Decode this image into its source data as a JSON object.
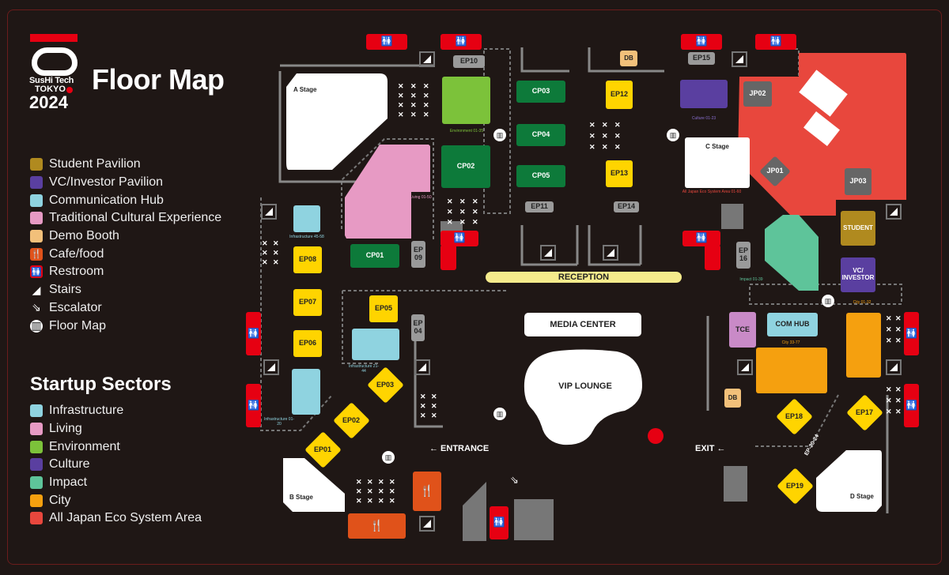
{
  "logo": {
    "line1": "SusHi Tech",
    "line2": "TOKYO",
    "line3": "2024"
  },
  "title": "Floor Map",
  "legend": [
    {
      "label": "Student Pavilion",
      "color": "#b08a1f"
    },
    {
      "label": "VC/Investor Pavilion",
      "color": "#5a3fa0"
    },
    {
      "label": "Communication Hub",
      "color": "#8fd3e0"
    },
    {
      "label": "Traditional Cultural Experience",
      "color": "#e79ac4"
    },
    {
      "label": "Demo Booth",
      "color": "#f2c07a"
    },
    {
      "label": "Cafe/food",
      "color": "#e0521a",
      "icon": "fork-knife-icon"
    },
    {
      "label": "Restroom",
      "color": "#e60012",
      "icon": "restroom-icon"
    },
    {
      "label": "Stairs",
      "icon": "stairs-icon"
    },
    {
      "label": "Escalator",
      "icon": "escalator-icon"
    },
    {
      "label": "Floor Map",
      "icon": "floor-map-icon"
    }
  ],
  "sectors_title": "Startup Sectors",
  "sectors": [
    {
      "label": "Infrastructure",
      "color": "#8fd3e0"
    },
    {
      "label": "Living",
      "color": "#e79ac4"
    },
    {
      "label": "Environment",
      "color": "#7cc23a"
    },
    {
      "label": "Culture",
      "color": "#5a3fa0"
    },
    {
      "label": "Impact",
      "color": "#5ec49a"
    },
    {
      "label": "City",
      "color": "#f5a00f"
    },
    {
      "label": "All Japan Eco System Area",
      "color": "#e8473d"
    }
  ],
  "map": {
    "stages": {
      "a": "A Stage",
      "b": "B Stage",
      "c": "C Stage",
      "d": "D Stage"
    },
    "ep": {
      "ep01": "EP01",
      "ep02": "EP02",
      "ep03": "EP03",
      "ep04": "EP 04",
      "ep05": "EP05",
      "ep06": "EP06",
      "ep07": "EP07",
      "ep08": "EP08",
      "ep09": "EP 09",
      "ep10": "EP10",
      "ep11": "EP11",
      "ep12": "EP12",
      "ep13": "EP13",
      "ep14": "EP14",
      "ep15": "EP15",
      "ep16": "EP 16",
      "ep17": "EP17",
      "ep18": "EP18",
      "ep19": "EP19",
      "ep20_24": "EP-20-24"
    },
    "cp": {
      "cp01": "CP01",
      "cp02": "CP02",
      "cp03": "CP03",
      "cp04": "CP04",
      "cp05": "CP05"
    },
    "jp": {
      "jp01": "JP01",
      "jp02": "JP02",
      "jp03": "JP03"
    },
    "student": "STUDENT",
    "vc": "VC/ INVESTOR",
    "reception": "RECEPTION",
    "media_center": "MEDIA CENTER",
    "vip_lounge": "VIP LOUNGE",
    "tce": "TCE",
    "com_hub": "COM HUB",
    "db": "DB",
    "entrance": "← ENTRANCE",
    "exit": "EXIT ←",
    "sector_labels": {
      "environment": "Environment 01-35",
      "living": "Living 01-50",
      "culture": "Culture 01-23",
      "japan": "All Japan Eco System Area 01-60",
      "impact": "Impact 01-39",
      "infra45": "Infrastructure 45-58",
      "infra21": "Infrastructure 21-44",
      "infra01": "Infrastructure 01-20",
      "city33": "City 33-77",
      "city01": "City 01-32"
    }
  }
}
